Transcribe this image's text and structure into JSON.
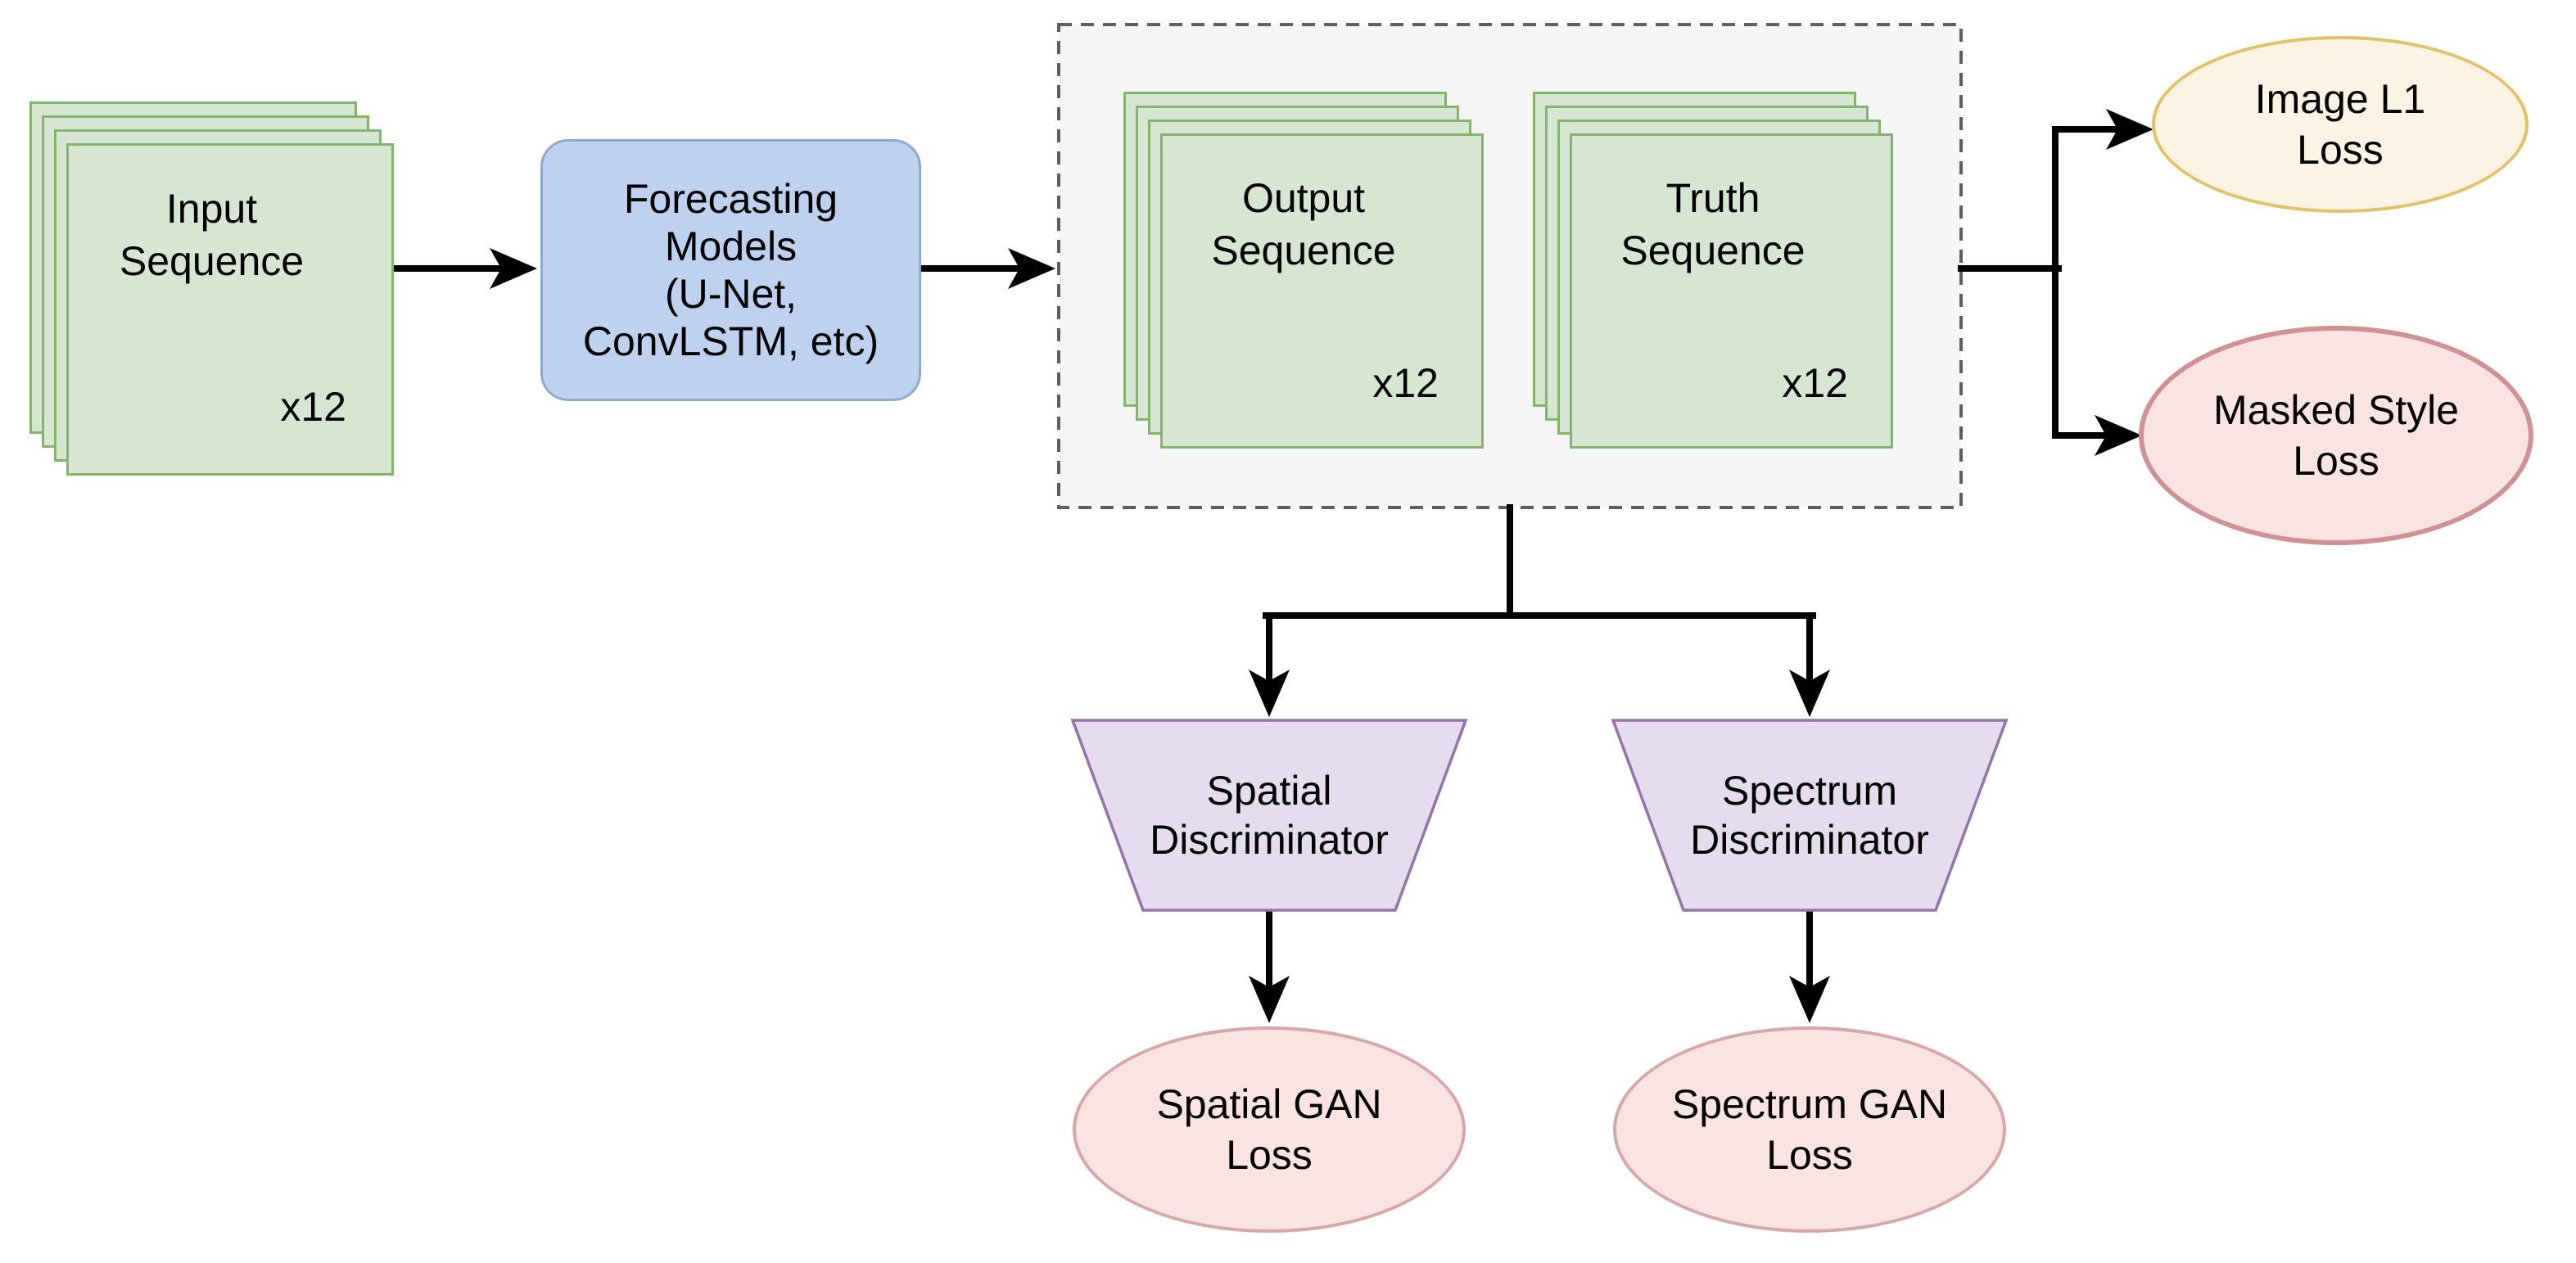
{
  "diagram": {
    "nodes": {
      "input_sequence": {
        "label": "Input\nSequence",
        "count_badge": "x12",
        "shape": "stacked-cards"
      },
      "forecasting_models": {
        "label": "Forecasting\nModels\n(U-Net,\nConvLSTM, etc)",
        "shape": "rounded-rect"
      },
      "output_sequence": {
        "label": "Output\nSequence",
        "count_badge": "x12",
        "shape": "stacked-cards"
      },
      "truth_sequence": {
        "label": "Truth\nSequence",
        "count_badge": "x12",
        "shape": "stacked-cards"
      },
      "image_l1_loss": {
        "label": "Image L1\nLoss",
        "shape": "ellipse"
      },
      "masked_style_loss": {
        "label": "Masked Style\nLoss",
        "shape": "ellipse"
      },
      "spatial_discriminator": {
        "label": "Spatial\nDiscriminator",
        "shape": "trapezoid"
      },
      "spectrum_discriminator": {
        "label": "Spectrum\nDiscriminator",
        "shape": "trapezoid"
      },
      "spatial_gan_loss": {
        "label": "Spatial GAN\nLoss",
        "shape": "ellipse"
      },
      "spectrum_gan_loss": {
        "label": "Spectrum GAN\nLoss",
        "shape": "ellipse"
      }
    },
    "edges": [
      {
        "from": "input_sequence",
        "to": "forecasting_models"
      },
      {
        "from": "forecasting_models",
        "to": "sequence_container"
      },
      {
        "from": "sequence_container",
        "to": "image_l1_loss"
      },
      {
        "from": "sequence_container",
        "to": "masked_style_loss"
      },
      {
        "from": "sequence_container",
        "to": "spatial_discriminator"
      },
      {
        "from": "sequence_container",
        "to": "spectrum_discriminator"
      },
      {
        "from": "spatial_discriminator",
        "to": "spatial_gan_loss"
      },
      {
        "from": "spectrum_discriminator",
        "to": "spectrum_gan_loss"
      }
    ],
    "colors": {
      "sequence_fill": "#d6e6d3",
      "sequence_stroke": "#84b36a",
      "model_fill": "#bed1ee",
      "model_stroke": "#8ea8ce",
      "container_fill": "#f5f5f5",
      "container_stroke": "#5f5f5f",
      "discriminator_fill": "#e5dcee",
      "discriminator_stroke": "#9673a6",
      "l1_loss_fill": "#fdf3e4",
      "l1_loss_stroke": "#e2c269",
      "style_loss_fill": "#f9e3e3",
      "style_loss_stroke": "#cf9191",
      "gan_loss_fill": "#f9e3e3",
      "gan_loss_stroke": "#d8a7a7",
      "edge_color": "#000000"
    }
  }
}
